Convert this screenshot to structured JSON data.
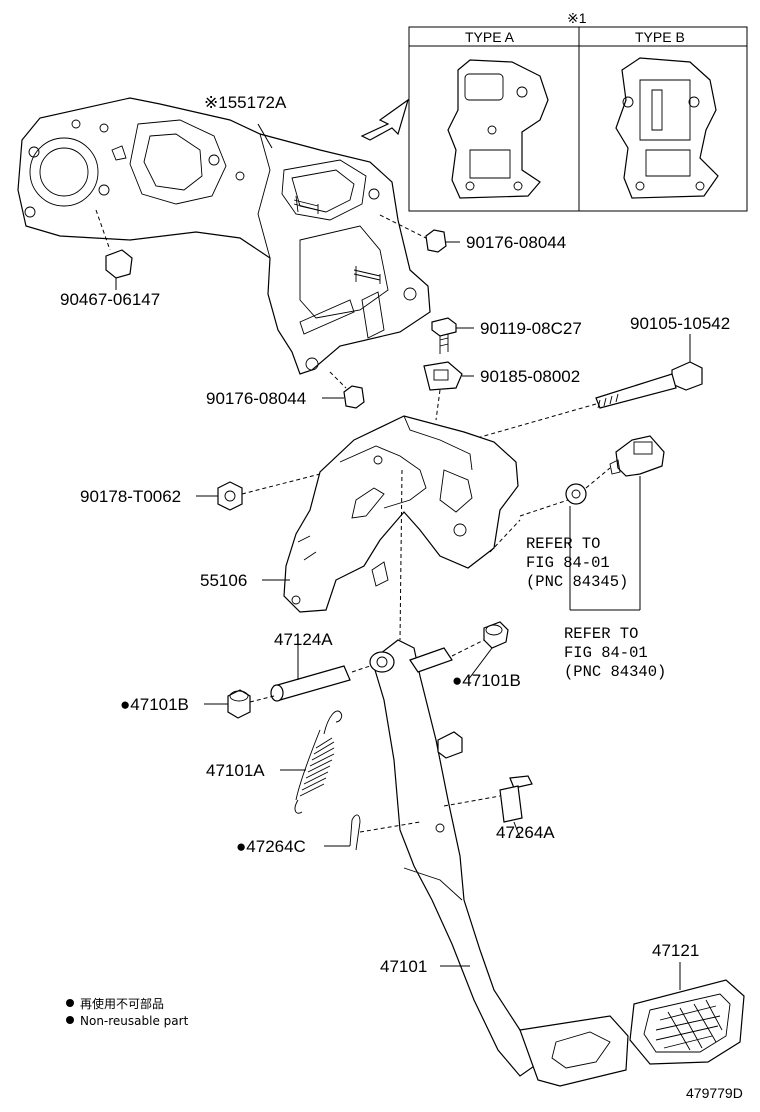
{
  "inset": {
    "marker": "※1",
    "type_a": "TYPE A",
    "type_b": "TYPE B"
  },
  "labels": {
    "bracket": "※155172A",
    "nut_upper_right": "90176-08044",
    "nut_left": "90467-06147",
    "bolt_small": "90119-08C27",
    "bolt_long": "90105-10542",
    "clip": "90185-08002",
    "nut_lower": "90176-08044",
    "nut_support": "90178-T0062",
    "support": "55106",
    "bushing_tube": "47124A",
    "bushing_left": "47101B",
    "bushing_right": "47101B",
    "spring": "47101A",
    "pin_clip": "47264C",
    "pin": "47264A",
    "pedal": "47101",
    "pad": "47121",
    "figure_id": "479779D"
  },
  "refs": [
    {
      "line1": "REFER TO",
      "line2": "FIG 84-01",
      "line3": "(PNC 84345)"
    },
    {
      "line1": "REFER TO",
      "line2": "FIG 84-01",
      "line3": "(PNC 84340)"
    }
  ],
  "legend": {
    "jp": "再使用不可部品",
    "en": "Non-reusable part"
  }
}
